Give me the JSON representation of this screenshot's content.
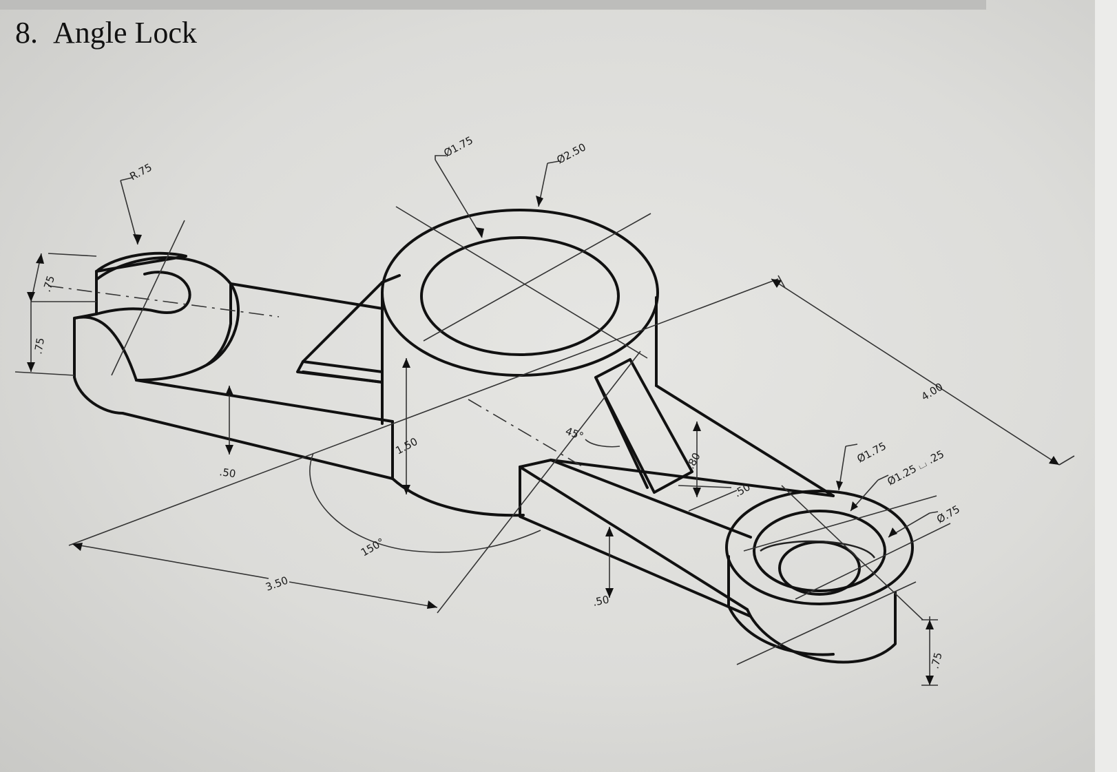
{
  "title": {
    "number": "8.",
    "text": "Angle Lock"
  },
  "dimensions": {
    "r_top": "R.75",
    "d175_top": "Ø1.75",
    "d250": "Ø2.50",
    "left_75_top": ".75",
    "left_75_bottom": ".75",
    "arm_left_thk": ".50",
    "height_150": "1.50",
    "angle_45": "45°",
    "height_80": ".80",
    "rib_50": ".50",
    "len_400": "4.00",
    "d175_right": "Ø1.75",
    "cbore": "Ø1.25 ⌴ .25",
    "d075": "Ø.75",
    "right_75": ".75",
    "arm_right_thk": ".50",
    "angle_150": "150°",
    "len_350": "3.50"
  }
}
